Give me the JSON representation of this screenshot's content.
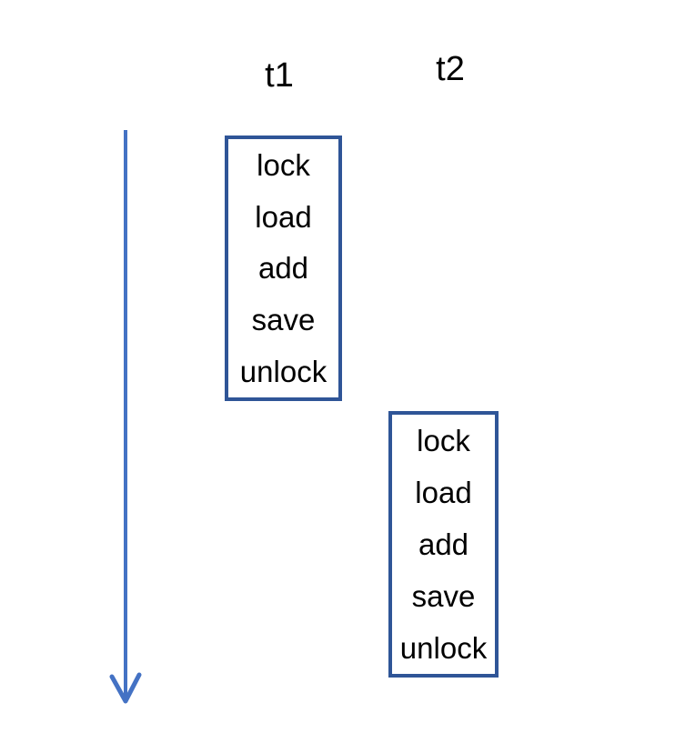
{
  "threads": [
    {
      "label": "t1",
      "ops": [
        "lock",
        "load",
        "add",
        "save",
        "unlock"
      ]
    },
    {
      "label": "t2",
      "ops": [
        "lock",
        "load",
        "add",
        "save",
        "unlock"
      ]
    }
  ],
  "arrow": {
    "icon": "down-arrow",
    "direction": "down"
  },
  "colors": {
    "arrow": "#4472C4",
    "box_border": "#2F5597",
    "text": "#000000",
    "background": "#FFFFFF"
  }
}
